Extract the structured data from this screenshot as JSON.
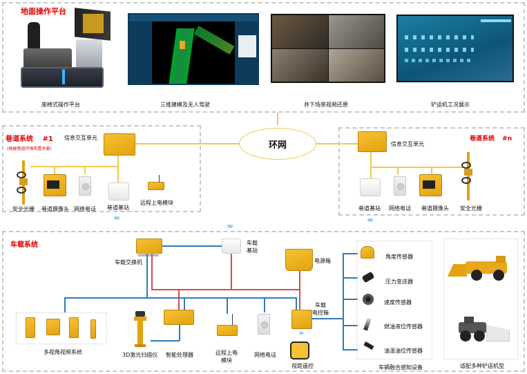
{
  "ground_platform": {
    "title": "地面操作平台",
    "items": [
      {
        "label": "座椅式操作平台",
        "icon": "operator-seat-console-image"
      },
      {
        "label": "三维建模及无人驾驶",
        "icon": "3d-modeling-screen-image"
      },
      {
        "label": "井下场景视频还原",
        "icon": "underground-video-wall-image"
      },
      {
        "label": "铲运机工况展示",
        "icon": "loader-status-dashboard-image"
      }
    ]
  },
  "ring_network": {
    "label": "环网"
  },
  "tunnel_system_1": {
    "title": "巷道系统",
    "number": "#1",
    "note": "(根据巷道环境布置多套)",
    "hub_label": "信息交互单元",
    "devices": [
      {
        "label": "安全光栅"
      },
      {
        "label": "巷道摄像头"
      },
      {
        "label": "网络电话"
      },
      {
        "label": "巷道基站"
      },
      {
        "label": "远程上电模块"
      }
    ]
  },
  "tunnel_system_n": {
    "title": "巷道系统",
    "number": "#n",
    "hub_label": "信息交互单元",
    "devices": [
      {
        "label": "巷道基站"
      },
      {
        "label": "网络电话"
      },
      {
        "label": "巷道摄像头"
      },
      {
        "label": "安全光栅"
      }
    ]
  },
  "vehicle_system": {
    "title": "车载系统",
    "switch_label": "车载交换机",
    "base_station_label": [
      "车载",
      "基站"
    ],
    "power_box_label": "电源箱",
    "control_box_label": [
      "车载",
      "电控箱"
    ],
    "bottom_devices": [
      {
        "label": "多视角视频系统"
      },
      {
        "label": "3D激光扫描仪"
      },
      {
        "label": "智能处理器"
      },
      {
        "label": [
          "远程上电",
          "模块"
        ]
      },
      {
        "label": "网络电话"
      },
      {
        "label": "视距遥控"
      }
    ],
    "sensors": {
      "group_label": "车辆融合感知设备",
      "items": [
        {
          "label": "角度传感器"
        },
        {
          "label": "压力变送器"
        },
        {
          "label": "速度传感器"
        },
        {
          "label": "燃油液位传感器"
        },
        {
          "label": "油温油位传感器"
        }
      ]
    },
    "loaders": {
      "group_label": "适配多种铲运机型"
    }
  },
  "colors": {
    "title_red": "#e00000",
    "ethernet_yellow": "#f3c94a",
    "network_blue": "#2f7ab8",
    "power_red": "#d84a4a",
    "device_yellow": "#f0b323"
  }
}
